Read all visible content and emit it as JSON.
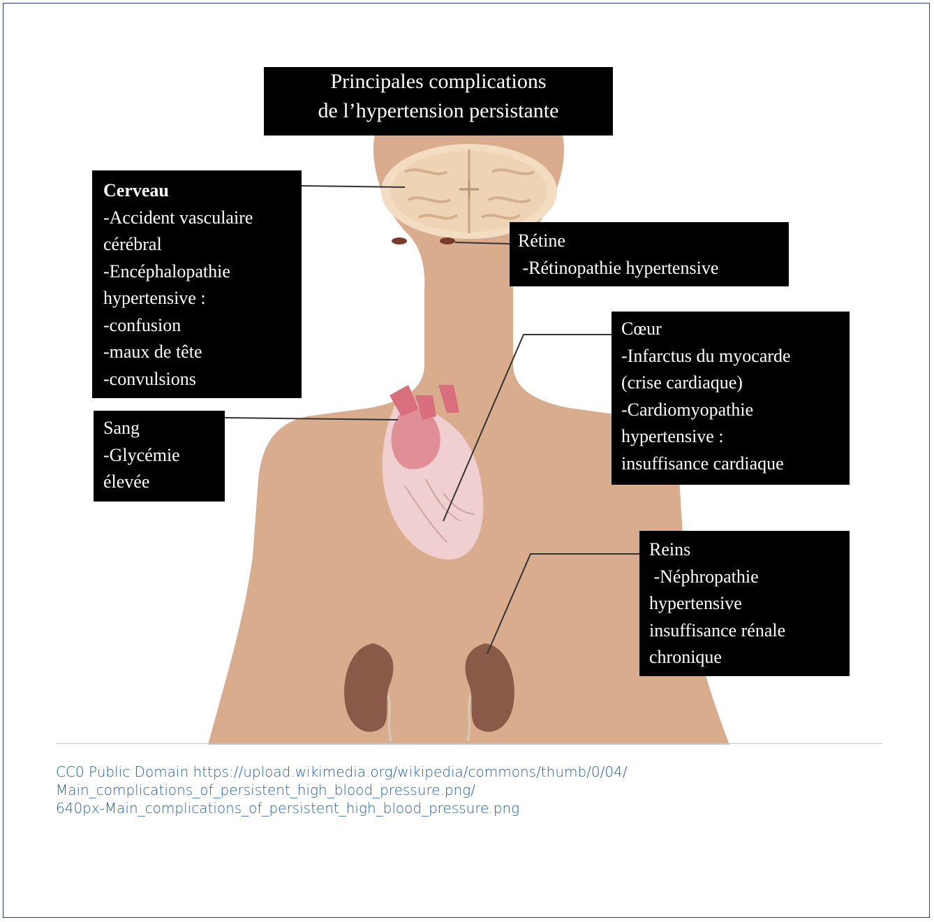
{
  "figure": {
    "title_lines": [
      "Principales complications",
      "de l’hypertension persistante"
    ],
    "boxes": {
      "cerveau": {
        "heading": "Cerveau",
        "lines": [
          "-Accident vasculaire",
          "cérébral",
          "-Encéphalopathie",
          "hypertensive :",
          "-confusion",
          "-maux de tête",
          "-convulsions"
        ]
      },
      "retine": {
        "heading": "Rétine",
        "lines": [
          " -Rétinopathie hypertensive"
        ]
      },
      "coeur": {
        "heading": "Cœur",
        "lines": [
          "-Infarctus du myocarde",
          "(crise cardiaque)",
          "-Cardiomyopathie",
          "hypertensive :",
          "insuffisance cardiaque"
        ]
      },
      "sang": {
        "heading": "Sang",
        "lines": [
          "-Glycémie",
          "élevée"
        ]
      },
      "reins": {
        "heading": "Reins",
        "lines": [
          " -Néphropathie",
          "hypertensive",
          "insuffisance rénale",
          "chronique"
        ]
      }
    },
    "colors": {
      "skin": "#d9ac8e",
      "label_bg": "#000000",
      "label_text": "#ffffff",
      "heart": "#e8b9bb",
      "kidney": "#8a5a48",
      "caption_link": "#1f5fa8"
    }
  },
  "caption": {
    "lines": [
      "CC0 Public Domain https://upload.wikimedia.org/wikipedia/commons/thumb/0/04/",
      "Main_complications_of_persistent_high_blood_pressure.png/",
      "640px-Main_complications_of_persistent_high_blood_pressure.png"
    ]
  }
}
